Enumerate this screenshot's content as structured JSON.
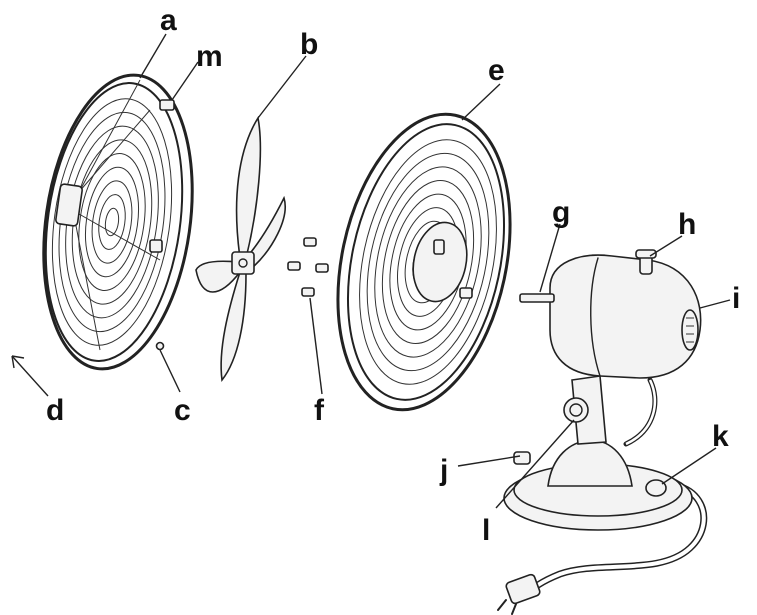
{
  "diagram": {
    "colors": {
      "line": "#222222",
      "background": "#ffffff",
      "part_fill": "#f3f3f3"
    },
    "callouts": {
      "a": "a",
      "b": "b",
      "c": "c",
      "d": "d",
      "e": "e",
      "f": "f",
      "g": "g",
      "h": "h",
      "i": "i",
      "j": "j",
      "k": "k",
      "l": "l",
      "m": "m"
    }
  }
}
